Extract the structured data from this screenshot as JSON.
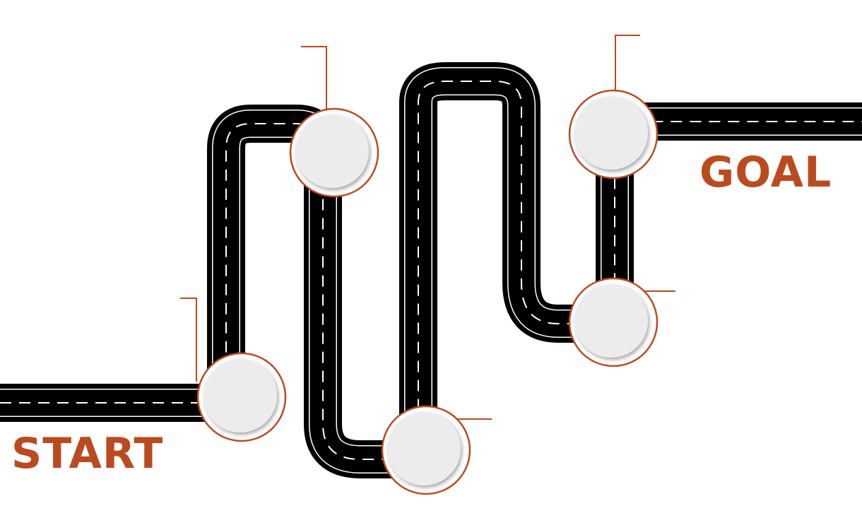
{
  "labels": {
    "start": "START",
    "goal": "GOAL"
  },
  "colors": {
    "accent": "#BC4A1F",
    "road": "#000000",
    "road_edge_line": "#ffffff",
    "road_center_dash": "#ffffff",
    "milestone_fill": "#EDECEC",
    "milestone_shadow": "#9a9a9a",
    "background": "#ffffff"
  },
  "milestones": [
    {
      "id": "milestone-1"
    },
    {
      "id": "milestone-2"
    },
    {
      "id": "milestone-3"
    },
    {
      "id": "milestone-4"
    },
    {
      "id": "milestone-5"
    }
  ]
}
